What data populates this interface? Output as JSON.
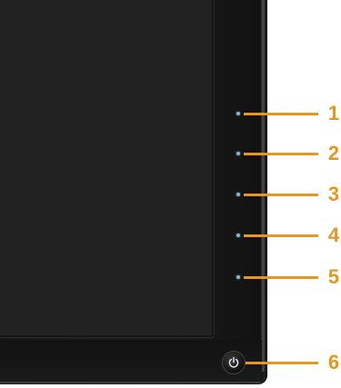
{
  "callouts": [
    {
      "number": "1"
    },
    {
      "number": "2"
    },
    {
      "number": "3"
    },
    {
      "number": "4"
    },
    {
      "number": "5"
    },
    {
      "number": "6"
    }
  ],
  "colors": {
    "callout": "#e8961e",
    "bezel": "#1a1a1a",
    "screen": "#222222",
    "led": "#8ab4cf"
  },
  "icons": {
    "power": "power-icon"
  }
}
